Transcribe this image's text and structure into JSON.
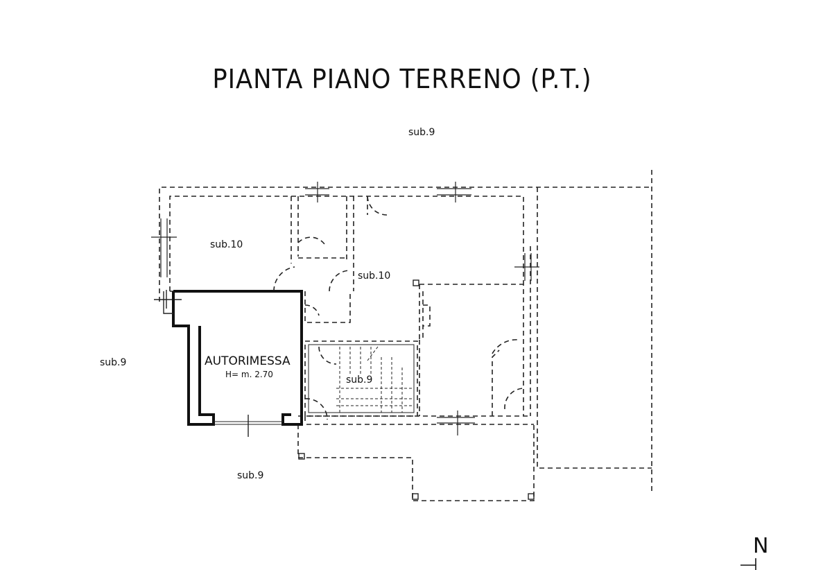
{
  "title": "PIANTA PIANO TERRENO (P.T.)",
  "labels": {
    "sub9_top": "sub.9",
    "sub10_left": "sub.10",
    "sub10_center": "sub.10",
    "sub9_left": "sub.9",
    "autorimessa": "AUTORIMESSA",
    "height": "H= m. 2.70",
    "sub9_stairs": "sub.9",
    "sub9_bottom": "sub.9"
  },
  "north_label": "N"
}
